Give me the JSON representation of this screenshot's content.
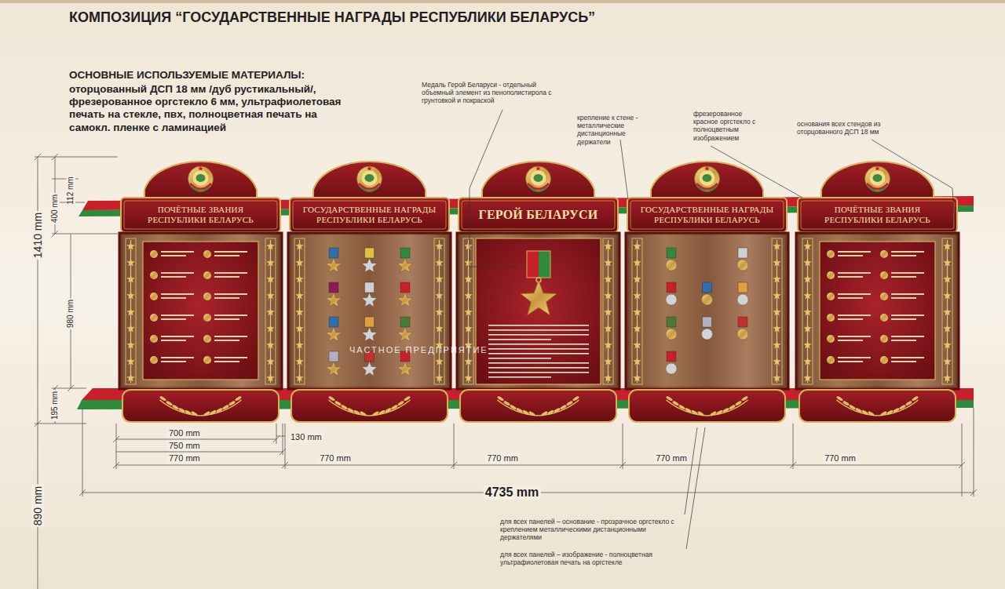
{
  "diagram": {
    "title": "КОМПОЗИЦИЯ “ГОСУДАРСТВЕННЫЕ НАГРАДЫ РЕСПУБЛИКИ БЕЛАРУСЬ”",
    "nodes": [
      {
        "text": [
          "ПОЧЁТНЫЕ ЗВАНИЯ РЕСПУБЛИКИ БЕЛАРУСЬ"
        ]
      },
      {
        "text": [
          "ГОСУДАРСТВЕННЫЕ НАГРАДЫ РЕСПУБЛИКИ БЕЛАРУСЬ"
        ]
      },
      {
        "text": [
          "ГЕРОЙ БЕЛАРУСИ"
        ]
      },
      {
        "text": [
          "ГОСУДАРСТВЕННЫЕ НАГРАДЫ РЕСПУБЛИКИ БЕЛАРУСЬ"
        ]
      },
      {
        "text": [
          "ПОЧЁТНЫЕ ЗВАНИЯ РЕСПУБЛИКИ БЕЛАРУСЬ"
        ]
      }
    ],
    "labels": [
      "ОСНОВНЫЕ ИСПОЛЬЗУЕМЫЕ МАТЕРИАЛЫ:",
      "оторцованный ДСП 18 мм /дуб рустикальный/, фрезерованное оргстекло 6 мм, ультрафиолетовая печать на стекле, пвх, полноцветная печать на самокл. пленке с ламинацией",
      "Медаль Герой Беларуси - отдельный объемный элемент из пенополистирола с грунтовкой и покраской",
      "крепление к стене - металлические дистанционные держатели",
      "фрезерованное красное оргстекло с полноцветным изображением",
      "основания всех стендов из оторцованного ДСП 18 мм",
      "1410 mm",
      "400 mm",
      "112 mm",
      "980 mm",
      "195 mm",
      "890 mm",
      "700 mm",
      "750 mm",
      "770 mm",
      "130 mm",
      "770 mm",
      "770 mm",
      "770 mm",
      "770 mm",
      "4735 mm",
      "для всех панелей – основание - прозрачное оргстекло с креплением металлическими дистанционными держателями",
      "для всех панелей – изображение - полноцветная ультрафиолетовая печать на оргстекле",
      "ЧАСТНОЕ ПРЕДПРИЯТИЕ"
    ]
  }
}
